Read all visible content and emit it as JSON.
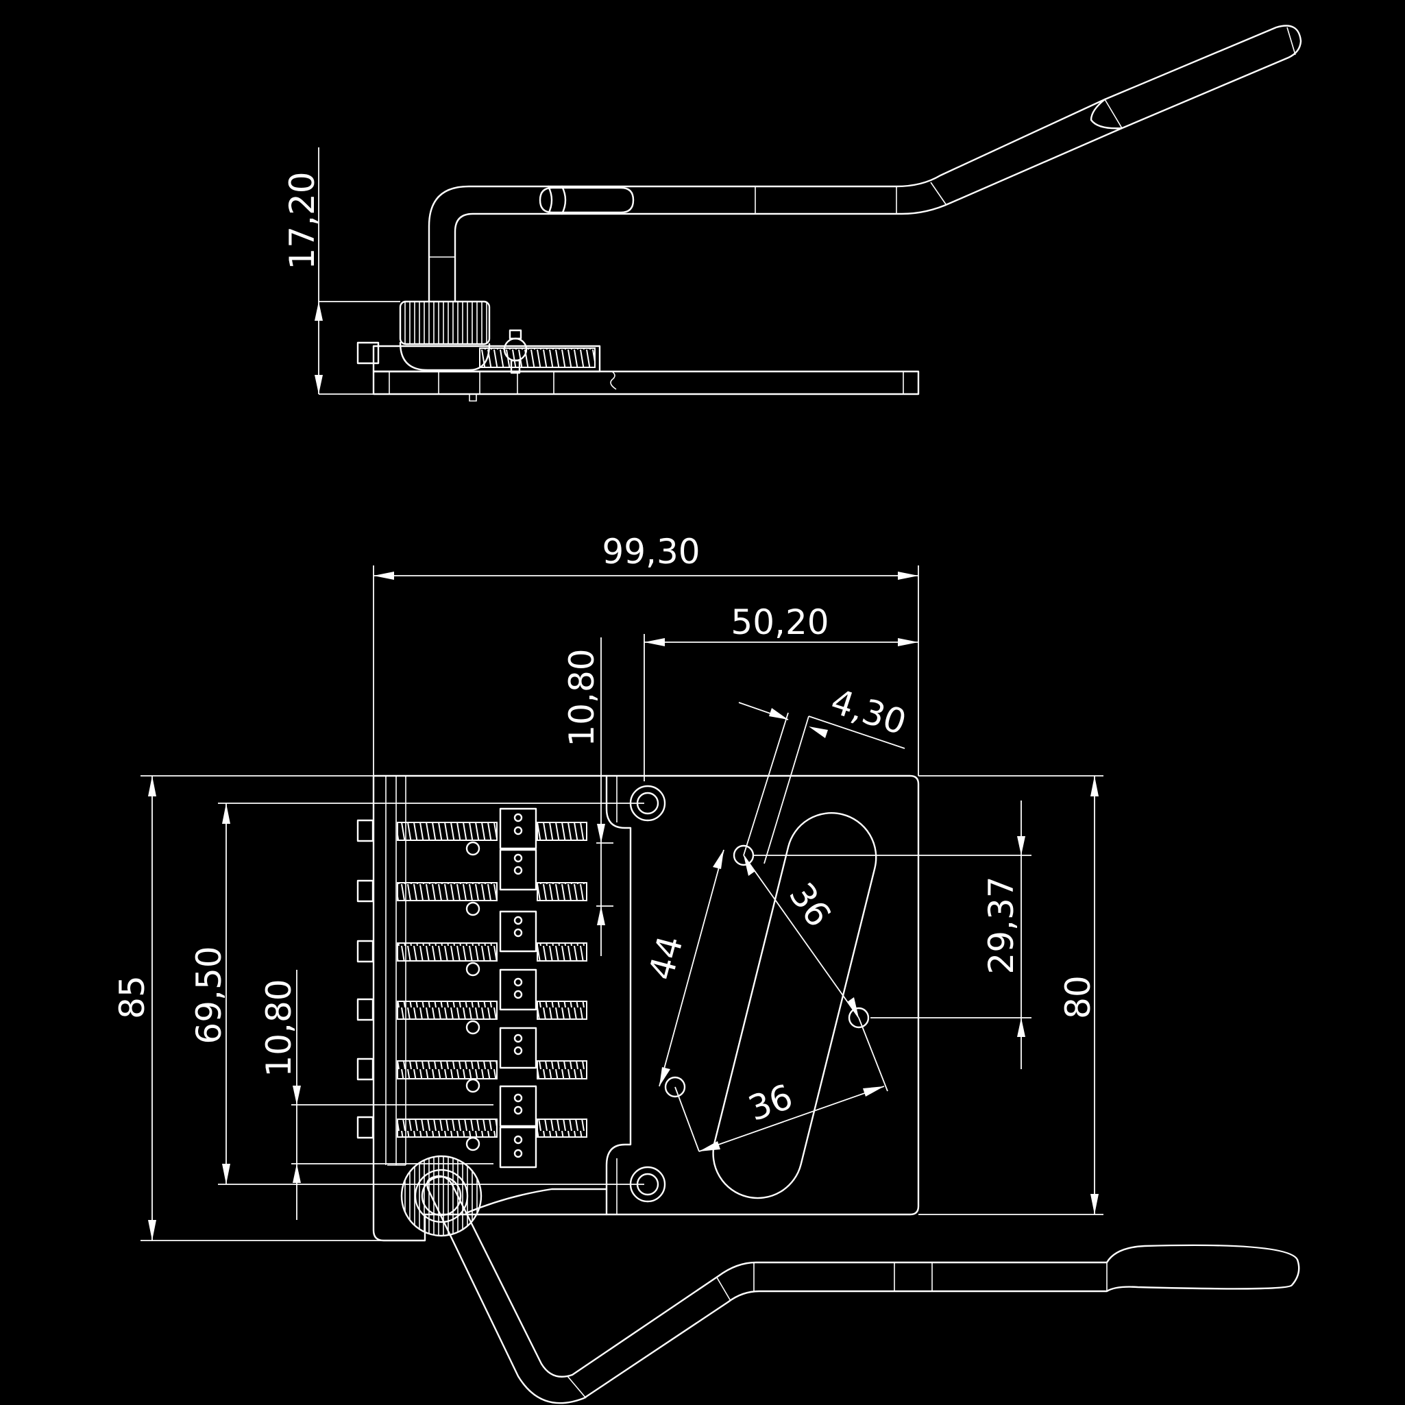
{
  "colors": {
    "background": "#000000",
    "line": "#ffffff"
  },
  "side_view": {
    "dims": {
      "height_arm": "17,20"
    }
  },
  "top_view": {
    "dims": {
      "overall_length": "99,30",
      "hole_offset_x": "50,20",
      "hole_spacing_top": "10,80",
      "slot_width": "4,30",
      "overall_width": "85",
      "saddle_span": "69,50",
      "hole_spacing_left": "10,80",
      "pickup_hole_span": "29,37",
      "plate_width": "80",
      "pickup_diag_a": "36",
      "pickup_diag_b": "36",
      "pickup_slant": "44"
    }
  }
}
